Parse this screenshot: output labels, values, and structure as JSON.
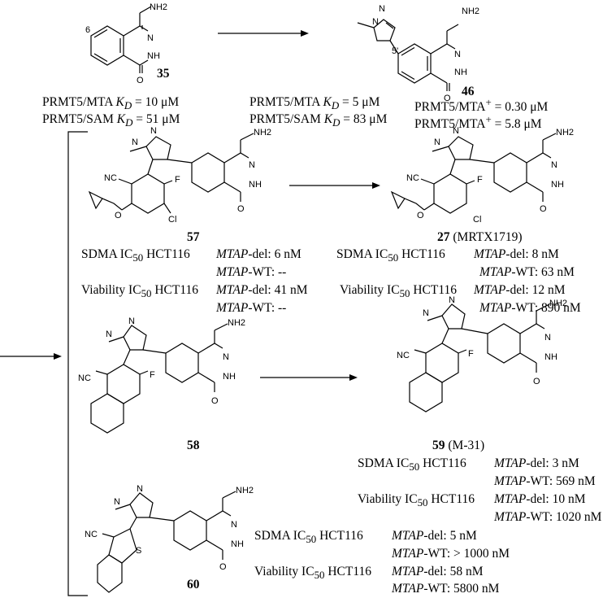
{
  "compounds": {
    "c35": {
      "label": "35"
    },
    "c46": {
      "label": "46"
    },
    "c57": {
      "label": "57"
    },
    "c27": {
      "label": "27",
      "suffix": " (MRTX1719)"
    },
    "c58": {
      "label": "58"
    },
    "c59": {
      "label": "59",
      "suffix": " (M-31)"
    },
    "c60": {
      "label": "60"
    }
  },
  "atoms": {
    "nh2": "NH2",
    "nh": "NH",
    "n": "N",
    "o": "O",
    "f": "F",
    "cl": "Cl",
    "nc": "NC",
    "s": "S",
    "pos6": "6",
    "pos5p": "5'"
  },
  "binding": {
    "c35_line1": {
      "prefix": "PRMT5/MTA ",
      "k": "K",
      "sub": "D",
      "val": " = 10 μM"
    },
    "c35_line2": {
      "prefix": "PRMT5/SAM ",
      "k": "K",
      "sub": "D",
      "val": " = 51 μM"
    },
    "c46_line1": {
      "prefix": "PRMT5/MTA ",
      "k": "K",
      "sub": "D",
      "val": " = 5 μM"
    },
    "c46_line2": {
      "prefix": "PRMT5/SAM ",
      "k": "K",
      "sub": "D",
      "val": " = 83 μM"
    },
    "c46_line3": {
      "prefix": "PRMT5/MTA",
      "sup": "+",
      "val": " = 0.30 μM"
    },
    "c46_line4": {
      "prefix": "PRMT5/MTA",
      "sup": "+",
      "val": " = 5.8 μM"
    }
  },
  "assay": {
    "sdma": "SDMA IC",
    "viability": "Viability IC",
    "sub50": "50",
    "cell": " HCT116",
    "mtap": "MTAP",
    "del": "-del: ",
    "wt": "-WT: "
  },
  "values": {
    "c57": {
      "sdma_del": "6 nM",
      "sdma_wt": "--",
      "via_del": "41 nM",
      "via_wt": "--"
    },
    "c27": {
      "sdma_del": "8 nM",
      "sdma_wt": "63 nM",
      "via_del": "12 nM",
      "via_wt": "890 nM"
    },
    "c59": {
      "sdma_del": "3 nM",
      "sdma_wt": "569 nM",
      "via_del": "10 nM",
      "via_wt": "1020 nM"
    },
    "c60": {
      "sdma_del": "5 nM",
      "sdma_wt": "> 1000 nM",
      "via_del": "58 nM",
      "via_wt": "5800 nM"
    }
  }
}
